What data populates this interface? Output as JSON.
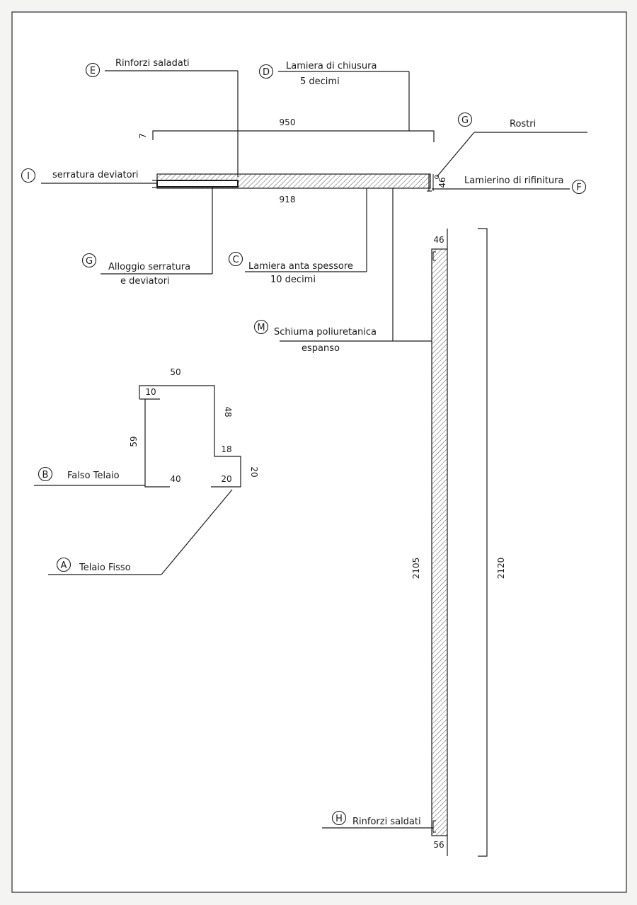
{
  "callouts": {
    "E": {
      "letter": "E",
      "text": "Rinforzi saladati"
    },
    "D": {
      "letter": "D",
      "text": "Lamiera  di chiusura",
      "text2": "5 decimi"
    },
    "G1": {
      "letter": "G",
      "text": "Rostri"
    },
    "I": {
      "letter": "I",
      "text": "serratura deviatori"
    },
    "F": {
      "letter": "F",
      "text": "Lamierino di rifinitura"
    },
    "G2": {
      "letter": "G",
      "text": "Alloggio serratura",
      "text2": "e deviatori"
    },
    "C": {
      "letter": "C",
      "text": "Lamiera anta spessore",
      "text2": "10 decimi"
    },
    "M": {
      "letter": "M",
      "text": "Schiuma poliuretanica",
      "text2": "espanso"
    },
    "B": {
      "letter": "B",
      "text": "Falso Telaio"
    },
    "A": {
      "letter": "A",
      "text": "Telaio Fisso"
    },
    "H": {
      "letter": "H",
      "text": "Rinforzi saldati"
    }
  },
  "dimensions": {
    "top_width": "950",
    "inner_width": "918",
    "left_small": "7",
    "thickness_top": "46",
    "thickness_side": "46",
    "inner_height": "2105",
    "total_height": "2120",
    "bottom_gap": "56",
    "frame_50": "50",
    "frame_10": "10",
    "frame_48": "48",
    "frame_59": "59",
    "frame_18": "18",
    "frame_20_v": "20",
    "frame_40": "40",
    "frame_20_h": "20"
  }
}
